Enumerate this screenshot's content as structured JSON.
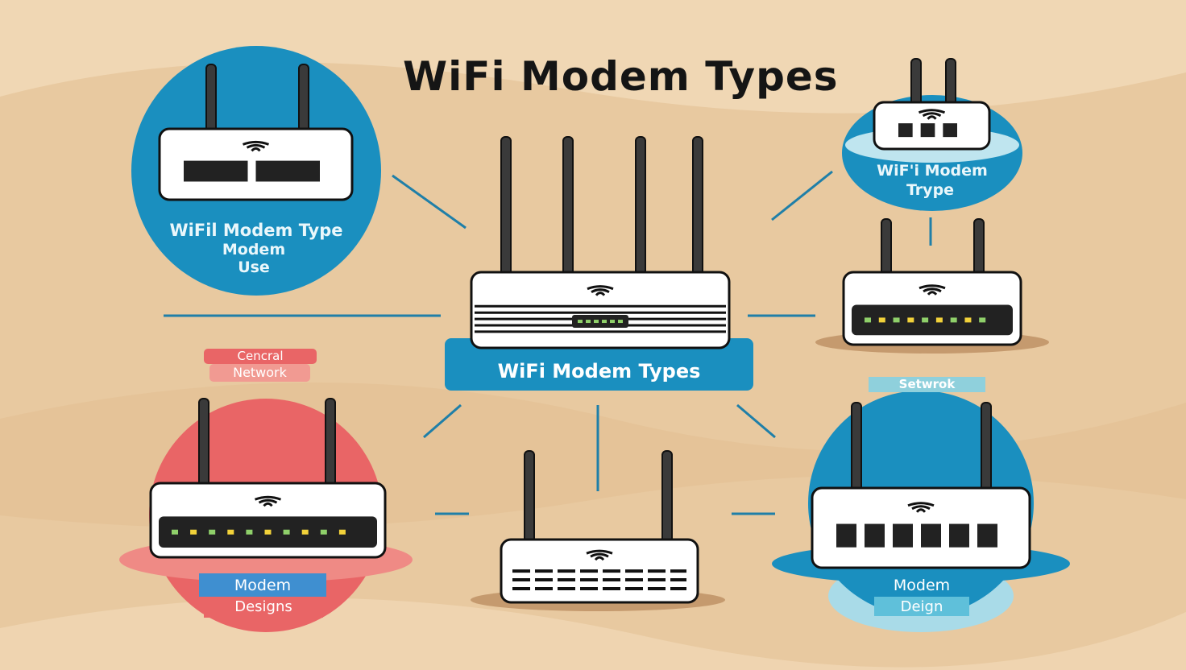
{
  "title": "WiFi Modem Types",
  "top_left_circle": {
    "line1": "WiFil Modem Type",
    "line2": "Modem",
    "line3": "Use"
  },
  "top_right_bubble": {
    "line1": "WiF'i Modem",
    "line2": "Trype"
  },
  "center_banner": "WiFi Modem Types",
  "central_network_label": {
    "line1": "Cencral",
    "line2": "Network"
  },
  "setwrok_label": "Setwrok",
  "bottom_left_label": {
    "line1": "Modem",
    "line2": "Designs"
  },
  "bottom_right_label": {
    "line1": "Modem",
    "line2": "Deign"
  },
  "colors": {
    "background": "#e8c9a0",
    "blue": "#1a8fbf",
    "red": "#e96566",
    "line": "#1f7fa8"
  }
}
